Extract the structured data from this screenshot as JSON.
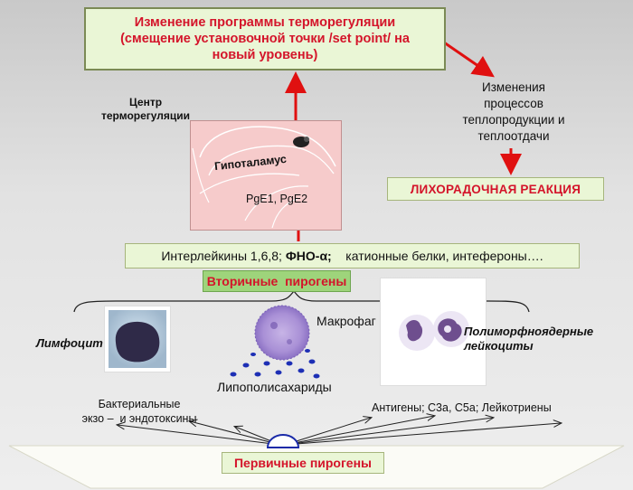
{
  "top_box": {
    "line1": "Изменение программы терморегуляции",
    "line2": "(смещение установочной точки /set point/ на",
    "line3": "новый уровень)"
  },
  "thermo_center": {
    "line1": "Центр",
    "line2": "терморегуляции"
  },
  "hypothalamus": "Гипоталамус",
  "pge": "PgE1, PgE2",
  "changes": {
    "line1": "Изменения",
    "line2": "процессов",
    "line3": "теплопродукции и",
    "line4": "теплоотдачи"
  },
  "fever_reaction": "ЛИХОРАДОЧНАЯ РЕАКЦИЯ",
  "interleukins": {
    "part1": "Интерлейкины 1,6,8; ",
    "part2": "ФНО-α;",
    "part3": "    катионные белки, интефероны…."
  },
  "secondary_pyrogens": "Вторичные  пирогены",
  "lymphocyte": "Лимфоцит",
  "macrophage": "Макрофаг",
  "pmn": {
    "line1": "Полиморфноядерные",
    "line2": "лейкоциты"
  },
  "lps": "Липополисахариды",
  "bacterial_toxins": {
    "line1": "Бактериальные",
    "line2": "экзо –  и эндотоксины"
  },
  "antigens": "Антигены; С3а, С5а; Лейкотриены",
  "primary_pyrogens": "Первичные пирогены",
  "colors": {
    "accent_red": "#d4142a",
    "box_green": "#eaf6d6",
    "secondary_green": "#9ed47b",
    "hypothalamus_panel": "#f6cbcb"
  }
}
